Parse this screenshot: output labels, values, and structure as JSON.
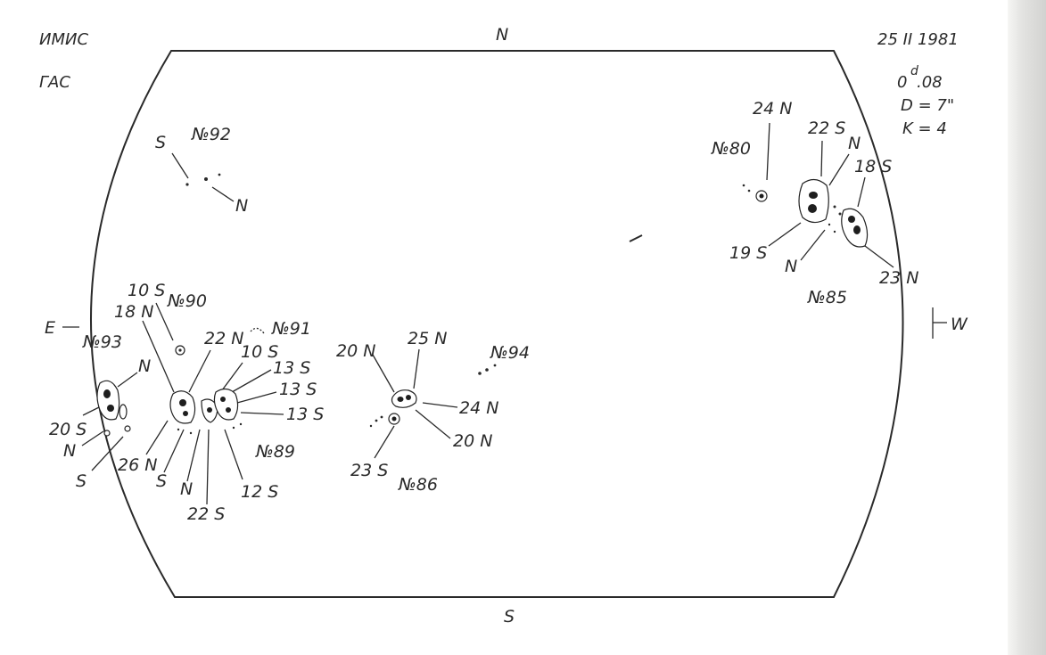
{
  "header": {
    "observatory": "ИМИС",
    "station": "ГАС",
    "date": "25 II 1981",
    "time_main": "0",
    "time_sup": "d",
    "time_frac": ".08",
    "diameter": "D = 7\"",
    "quality": "K = 4"
  },
  "directions": {
    "north": "N",
    "south": "S",
    "east": "E",
    "west": "W"
  },
  "groups": {
    "g92": {
      "number": "№92",
      "lead": "S",
      "follow": "N"
    },
    "g80": {
      "number": "№80",
      "field": "24 N"
    },
    "g85": {
      "number": "№85",
      "f1": "22 S",
      "f2": "N",
      "f3": "18 S",
      "f4": "19 S",
      "f5": "N",
      "f6": "23 N"
    },
    "g90": {
      "number": "№90",
      "field": "10 S"
    },
    "g91": {
      "number": "№91"
    },
    "g93": {
      "number": "№93",
      "f1": "N",
      "f2": "20 S",
      "f3": "N",
      "f4": "S"
    },
    "g89": {
      "number": "№89",
      "f1": "18 N",
      "f2": "22 N",
      "f3": "10 S",
      "f4": "13 S",
      "f5": "13 S",
      "f6": "13 S",
      "f7": "26 N",
      "f8": "S",
      "f9": "N",
      "f10": "22 S",
      "f11": "12 S"
    },
    "g86": {
      "number": "№86",
      "f1": "20 N",
      "f2": "25 N",
      "f3": "24 N",
      "f4": "20 N",
      "f5": "23 S"
    },
    "g94": {
      "number": "№94"
    }
  }
}
